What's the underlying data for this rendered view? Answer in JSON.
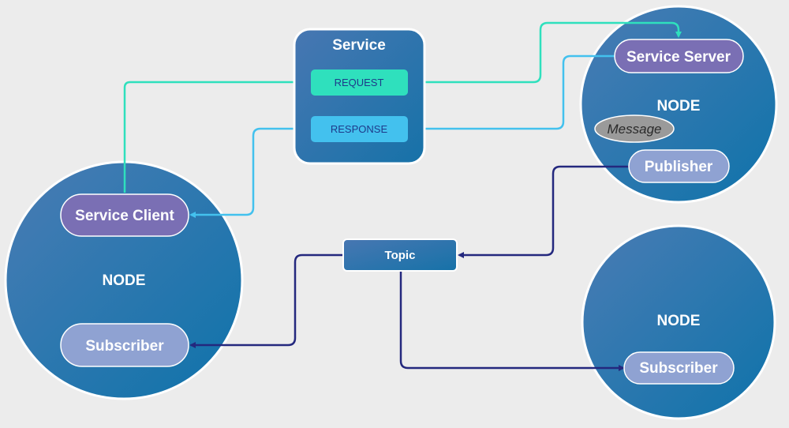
{
  "service": {
    "title": "Service",
    "request_label": "REQUEST",
    "response_label": "RESPONSE"
  },
  "nodes": {
    "server_node": {
      "label": "NODE",
      "service_server": "Service Server",
      "message": "Message",
      "publisher": "Publisher"
    },
    "client_node": {
      "label": "NODE",
      "service_client": "Service Client",
      "subscriber": "Subscriber"
    },
    "subscriber_node": {
      "label": "NODE",
      "subscriber": "Subscriber"
    }
  },
  "topic": {
    "label": "Topic"
  },
  "colors": {
    "background": "#ececec",
    "node_fill_light": "#3f78b0",
    "node_fill_dark": "#1470a8",
    "service_pill": "#7a6fb4",
    "pubsub_pill": "#8fa2d2",
    "request": "#2fe0bd",
    "request_text": "#1e3a8a",
    "response": "#43c1ee",
    "response_text": "#1e3a8a",
    "topic_line": "#24287e",
    "message": "#9a9a9a"
  }
}
